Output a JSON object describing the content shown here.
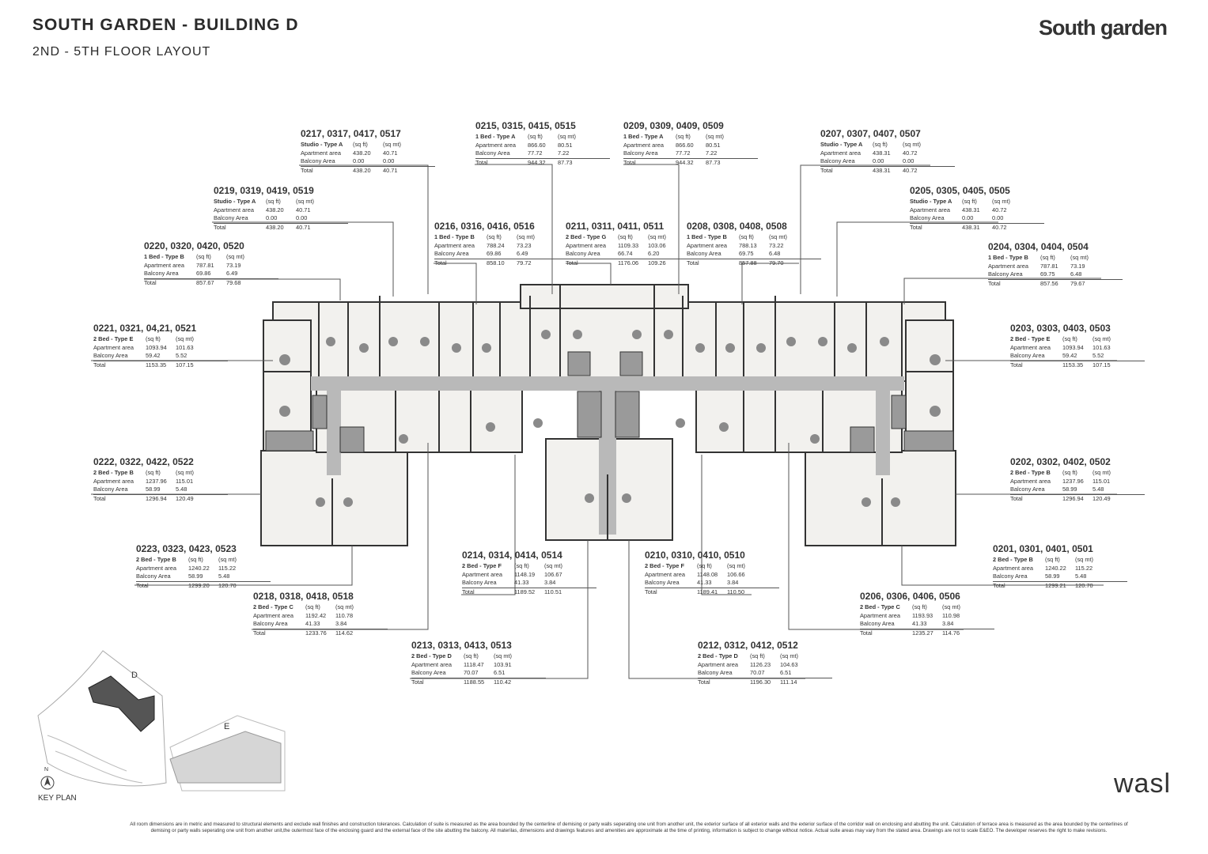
{
  "header": {
    "title": "SOUTH GARDEN - BUILDING D",
    "subtitle": "2ND - 5TH FLOOR LAYOUT",
    "brand": "South garden"
  },
  "footer": {
    "brand": "wasl",
    "disclaimer": "All room dimensions are in metric and measured to structural elements and exclude wall finishes and construction tolerances. Calculation of suite is measured as the area bounded by the centerline of demising or party walls seperating one unit from another unit, the exterior surface of all exterior walls and the exterior surface of the corridor wall on enclosing and abutting the unit. Calculation of terrace area is measured as the area bounded by the centerlines of demising or party walls seperating one unit from another unit,the outermost face of the enclosing guard and the external face of the site abutting the balcony. All materilas, dimensions and drawings features and amenities are approximate at the time of printing, information is subject to change without notice. Actual suite areas may vary from the stated area. Drawings are not to scale E&EO. The developer reserves the right to make revisions."
  },
  "key_plan": {
    "label": "KEY PLAN",
    "north": "N",
    "building_d": "D",
    "building_e": "E"
  },
  "columns": {
    "sqft": "(sq ft)",
    "sqmt": "(sq mt)",
    "apartment": "Apartment area",
    "balcony": "Balcony Area",
    "total": "Total"
  },
  "units": [
    {
      "id": "u0217",
      "number": "0217, 0317, 0417, 0517",
      "type": "Studio - Type A",
      "apt_sqft": "438.20",
      "apt_sqmt": "40.71",
      "bal_sqft": "0.00",
      "bal_sqmt": "0.00",
      "tot_sqft": "438.20",
      "tot_sqmt": "40.71"
    },
    {
      "id": "u0215",
      "number": "0215, 0315, 0415, 0515",
      "type": "1 Bed - Type A",
      "apt_sqft": "866.60",
      "apt_sqmt": "80.51",
      "bal_sqft": "77.72",
      "bal_sqmt": "7.22",
      "tot_sqft": "944.32",
      "tot_sqmt": "87.73"
    },
    {
      "id": "u0209",
      "number": "0209, 0309, 0409, 0509",
      "type": "1 Bed - Type A",
      "apt_sqft": "866.60",
      "apt_sqmt": "80.51",
      "bal_sqft": "77.72",
      "bal_sqmt": "7.22",
      "tot_sqft": "944.32",
      "tot_sqmt": "87.73"
    },
    {
      "id": "u0207",
      "number": "0207, 0307, 0407, 0507",
      "type": "Studio - Type A",
      "apt_sqft": "438.31",
      "apt_sqmt": "40.72",
      "bal_sqft": "0.00",
      "bal_sqmt": "0.00",
      "tot_sqft": "438.31",
      "tot_sqmt": "40.72"
    },
    {
      "id": "u0219",
      "number": "0219, 0319, 0419, 0519",
      "type": "Studio - Type A",
      "apt_sqft": "438.20",
      "apt_sqmt": "40.71",
      "bal_sqft": "0.00",
      "bal_sqmt": "0.00",
      "tot_sqft": "438.20",
      "tot_sqmt": "40.71"
    },
    {
      "id": "u0205",
      "number": "0205, 0305, 0405, 0505",
      "type": "Studio - Type A",
      "apt_sqft": "438.31",
      "apt_sqmt": "40.72",
      "bal_sqft": "0.00",
      "bal_sqmt": "0.00",
      "tot_sqft": "438.31",
      "tot_sqmt": "40.72"
    },
    {
      "id": "u0216",
      "number": "0216, 0316, 0416, 0516",
      "type": "1 Bed - Type B",
      "apt_sqft": "788.24",
      "apt_sqmt": "73.23",
      "bal_sqft": "69.86",
      "bal_sqmt": "6.49",
      "tot_sqft": "858.10",
      "tot_sqmt": "79.72"
    },
    {
      "id": "u0211",
      "number": "0211, 0311, 0411, 0511",
      "type": "2 Bed - Type G",
      "apt_sqft": "1109.33",
      "apt_sqmt": "103.06",
      "bal_sqft": "66.74",
      "bal_sqmt": "6.20",
      "tot_sqft": "1176.06",
      "tot_sqmt": "109.26"
    },
    {
      "id": "u0208",
      "number": "0208, 0308, 0408, 0508",
      "type": "1 Bed - Type B",
      "apt_sqft": "788.13",
      "apt_sqmt": "73.22",
      "bal_sqft": "69.75",
      "bal_sqmt": "6.48",
      "tot_sqft": "857.88",
      "tot_sqmt": "79.70"
    },
    {
      "id": "u0220",
      "number": "0220, 0320, 0420, 0520",
      "type": "1 Bed - Type B",
      "apt_sqft": "787.81",
      "apt_sqmt": "73.19",
      "bal_sqft": "69.86",
      "bal_sqmt": "6.49",
      "tot_sqft": "857.67",
      "tot_sqmt": "79.68"
    },
    {
      "id": "u0204",
      "number": "0204, 0304, 0404, 0504",
      "type": "1 Bed - Type B",
      "apt_sqft": "787.81",
      "apt_sqmt": "73.19",
      "bal_sqft": "69.75",
      "bal_sqmt": "6.48",
      "tot_sqft": "857.56",
      "tot_sqmt": "79.67"
    },
    {
      "id": "u0221",
      "number": "0221, 0321, 04,21, 0521",
      "type": "2 Bed - Type E",
      "apt_sqft": "1093.94",
      "apt_sqmt": "101.63",
      "bal_sqft": "59.42",
      "bal_sqmt": "5.52",
      "tot_sqft": "1153.35",
      "tot_sqmt": "107.15"
    },
    {
      "id": "u0203",
      "number": "0203, 0303, 0403, 0503",
      "type": "2 Bed - Type E",
      "apt_sqft": "1093.94",
      "apt_sqmt": "101.63",
      "bal_sqft": "59.42",
      "bal_sqmt": "5.52",
      "tot_sqft": "1153.35",
      "tot_sqmt": "107.15"
    },
    {
      "id": "u0222",
      "number": "0222, 0322, 0422, 0522",
      "type": "2 Bed - Type B",
      "apt_sqft": "1237.96",
      "apt_sqmt": "115.01",
      "bal_sqft": "58.99",
      "bal_sqmt": "5.48",
      "tot_sqft": "1296.94",
      "tot_sqmt": "120.49"
    },
    {
      "id": "u0202",
      "number": "0202, 0302, 0402, 0502",
      "type": "2 Bed - Type B",
      "apt_sqft": "1237.96",
      "apt_sqmt": "115.01",
      "bal_sqft": "58.99",
      "bal_sqmt": "5.48",
      "tot_sqft": "1296.94",
      "tot_sqmt": "120.49"
    },
    {
      "id": "u0223",
      "number": "0223, 0323, 0423, 0523",
      "type": "2 Bed - Type B",
      "apt_sqft": "1240.22",
      "apt_sqmt": "115.22",
      "bal_sqft": "58.99",
      "bal_sqmt": "5.48",
      "tot_sqft": "1299.20",
      "tot_sqmt": "120.70"
    },
    {
      "id": "u0201",
      "number": "0201, 0301, 0401, 0501",
      "type": "2 Bed - Type B",
      "apt_sqft": "1240.22",
      "apt_sqmt": "115.22",
      "bal_sqft": "58.99",
      "bal_sqmt": "5.48",
      "tot_sqft": "1299.21",
      "tot_sqmt": "120.70"
    },
    {
      "id": "u0214",
      "number": "0214, 0314, 0414, 0514",
      "type": "2 Bed - Type F",
      "apt_sqft": "1148.19",
      "apt_sqmt": "106.67",
      "bal_sqft": "41.33",
      "bal_sqmt": "3.84",
      "tot_sqft": "1189.52",
      "tot_sqmt": "110.51"
    },
    {
      "id": "u0210",
      "number": "0210, 0310, 0410, 0510",
      "type": "2 Bed - Type F",
      "apt_sqft": "1148.08",
      "apt_sqmt": "106.66",
      "bal_sqft": "41.33",
      "bal_sqmt": "3.84",
      "tot_sqft": "1189.41",
      "tot_sqmt": "110.50"
    },
    {
      "id": "u0218",
      "number": "0218, 0318, 0418, 0518",
      "type": "2 Bed - Type C",
      "apt_sqft": "1192.42",
      "apt_sqmt": "110.78",
      "bal_sqft": "41.33",
      "bal_sqmt": "3.84",
      "tot_sqft": "1233.76",
      "tot_sqmt": "114.62"
    },
    {
      "id": "u0206",
      "number": "0206, 0306, 0406, 0506",
      "type": "2 Bed - Type C",
      "apt_sqft": "1193.93",
      "apt_sqmt": "110.98",
      "bal_sqft": "41.33",
      "bal_sqmt": "3.84",
      "tot_sqft": "1235.27",
      "tot_sqmt": "114.76"
    },
    {
      "id": "u0213",
      "number": "0213, 0313, 0413, 0513",
      "type": "2 Bed - Type D",
      "apt_sqft": "1118.47",
      "apt_sqmt": "103.91",
      "bal_sqft": "70.07",
      "bal_sqmt": "6.51",
      "tot_sqft": "1188.55",
      "tot_sqmt": "110.42"
    },
    {
      "id": "u0212",
      "number": "0212, 0312, 0412, 0512",
      "type": "2 Bed - Type D",
      "apt_sqft": "1126.23",
      "apt_sqmt": "104.63",
      "bal_sqft": "70.07",
      "bal_sqmt": "6.51",
      "tot_sqft": "1196.30",
      "tot_sqmt": "111.14"
    }
  ]
}
